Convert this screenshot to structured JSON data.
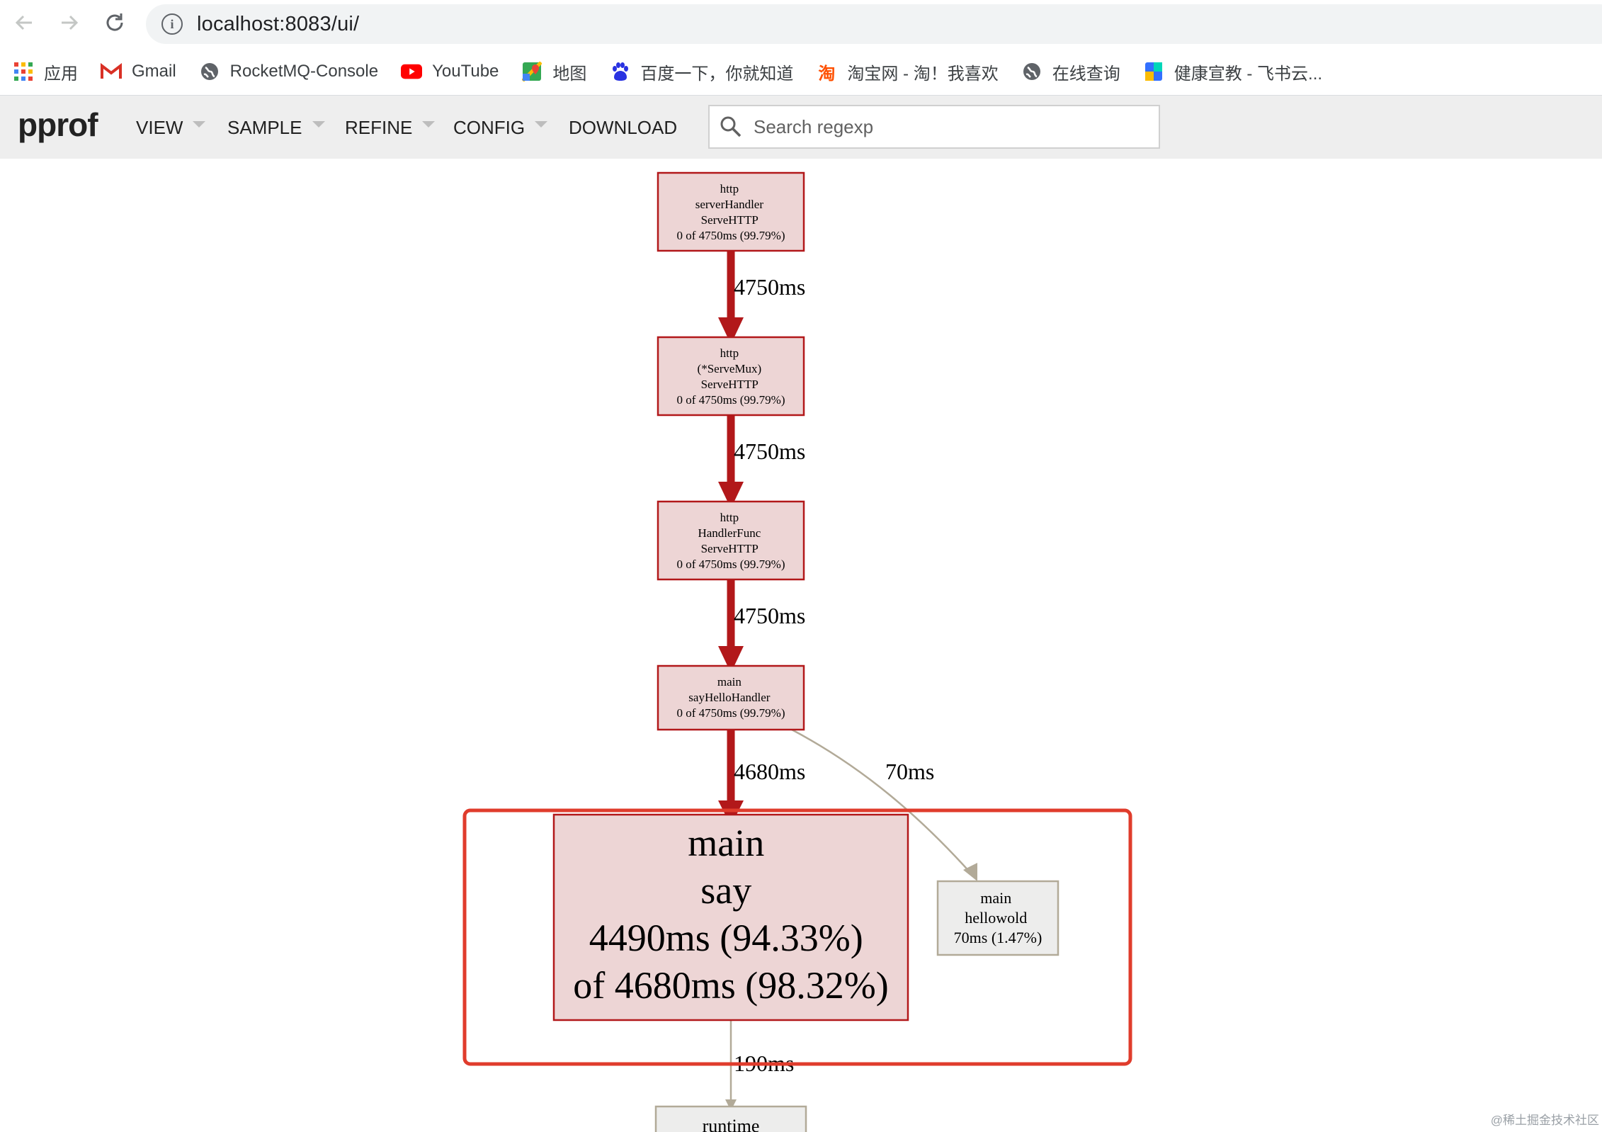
{
  "browser": {
    "url": "localhost:8083/ui/",
    "bookmarks": [
      {
        "label": "应用",
        "icon": "apps-grid-icon"
      },
      {
        "label": "Gmail",
        "icon": "gmail-icon"
      },
      {
        "label": "RocketMQ-Console",
        "icon": "globe-icon"
      },
      {
        "label": "YouTube",
        "icon": "youtube-icon"
      },
      {
        "label": "地图",
        "icon": "maps-icon"
      },
      {
        "label": "百度一下，你就知道",
        "icon": "baidu-paw-icon"
      },
      {
        "label": "淘宝网 - 淘！我喜欢",
        "icon": "taobao-icon"
      },
      {
        "label": "在线查询",
        "icon": "globe-icon"
      },
      {
        "label": "健康宣教 - 飞书云...",
        "icon": "feishu-icon"
      }
    ]
  },
  "toolbar": {
    "logo": "pprof",
    "menus": [
      "VIEW",
      "SAMPLE",
      "REFINE",
      "CONFIG",
      "DOWNLOAD"
    ],
    "search_placeholder": "Search regexp"
  },
  "graph": {
    "nodes": [
      {
        "id": "n1",
        "lines": [
          "http",
          "serverHandler",
          "ServeHTTP",
          "0 of 4750ms (99.79%)"
        ]
      },
      {
        "id": "n2",
        "lines": [
          "http",
          "(*ServeMux)",
          "ServeHTTP",
          "0 of 4750ms (99.79%)"
        ]
      },
      {
        "id": "n3",
        "lines": [
          "http",
          "HandlerFunc",
          "ServeHTTP",
          "0 of 4750ms (99.79%)"
        ]
      },
      {
        "id": "n4",
        "lines": [
          "main",
          "sayHelloHandler",
          "0 of 4750ms (99.79%)"
        ]
      },
      {
        "id": "n5",
        "lines": [
          "main",
          "say",
          "4490ms (94.33%)",
          "of 4680ms (98.32%)"
        ]
      },
      {
        "id": "n6",
        "lines": [
          "main",
          "hellowold",
          "70ms (1.47%)"
        ]
      },
      {
        "id": "n7",
        "lines": [
          "runtime"
        ]
      }
    ],
    "edges": [
      {
        "from": "n1",
        "to": "n2",
        "label": "4750ms"
      },
      {
        "from": "n2",
        "to": "n3",
        "label": "4750ms"
      },
      {
        "from": "n3",
        "to": "n4",
        "label": "4750ms"
      },
      {
        "from": "n4",
        "to": "n5",
        "label": "4680ms"
      },
      {
        "from": "n4",
        "to": "n6",
        "label": "70ms"
      },
      {
        "from": "n5",
        "to": "n7",
        "label": "190ms"
      }
    ],
    "colors": {
      "hot_edge": "#b2181a",
      "hot_fill": "#edd5d5",
      "hot_stroke": "#b2181a",
      "cold_edge": "#b2aa98",
      "cold_fill": "#ededec",
      "cold_stroke": "#b2aa98",
      "highlight_box": "#e03c2c"
    }
  },
  "watermark": "@稀土掘金技术社区"
}
